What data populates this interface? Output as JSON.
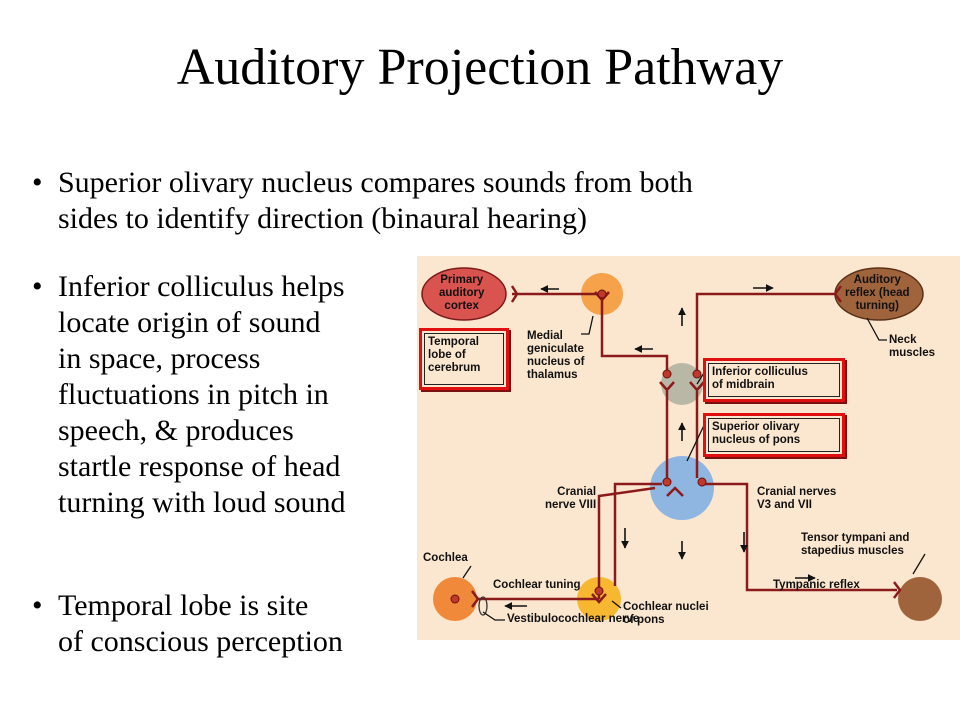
{
  "title": "Auditory Projection Pathway",
  "bullets": [
    {
      "lines": [
        "Superior olivary nucleus compares sounds from both",
        "sides to identify direction (binaural hearing)"
      ]
    },
    {
      "lines": [
        "Inferior colliculus helps",
        "locate origin of sound",
        "in space, process",
        "fluctuations in pitch in",
        "speech, & produces",
        "startle response of head",
        "turning with loud sound"
      ]
    },
    {
      "lines": [
        "Temporal lobe is site",
        "of conscious perception"
      ]
    }
  ],
  "bullet_symbol": "•",
  "diagram": {
    "labels": {
      "primary_auditory_cortex": [
        "Primary",
        "auditory",
        "cortex"
      ],
      "auditory_reflex": [
        "Auditory",
        "reflex (head",
        "turning)"
      ],
      "neck_muscles": [
        "Neck",
        "muscles"
      ],
      "temporal_lobe": [
        "Temporal",
        "lobe of",
        "cerebrum"
      ],
      "medial_geniculate": [
        "Medial",
        "geniculate",
        "nucleus of",
        "thalamus"
      ],
      "inferior_colliculus": [
        "Inferior colliculus",
        "of midbrain"
      ],
      "superior_olivary": [
        "Superior olivary",
        "nucleus of pons"
      ],
      "cranial_nerve_viii": [
        "Cranial",
        "nerve VIII"
      ],
      "cranial_nerves_v3_vii": [
        "Cranial nerves",
        "V3 and VII"
      ],
      "tensor_tympani": [
        "Tensor tympani and",
        "stapedius muscles"
      ],
      "cochlea": [
        "Cochlea"
      ],
      "cochlear_tuning": [
        "Cochlear tuning"
      ],
      "tympanic_reflex": [
        "Tympanic reflex"
      ],
      "vestibulocochlear_nerve": [
        "Vestibulocochlear nerve"
      ],
      "cochlear_nuclei": [
        "Cochlear nuclei",
        "of pons"
      ]
    },
    "colors": {
      "background": "#fbe7cf",
      "pathway": "#8b1a1a",
      "highlight_box": "#e01010",
      "cortex": "#d9534f",
      "thalamus_node": "#f5a24a",
      "midbrain_node": "#b9b8a6",
      "pons_node": "#8fb6e0",
      "cochlea_node": "#f08a3a",
      "cochlear_nuclei_node": "#f7b731",
      "muscle_node": "#a0643c"
    }
  }
}
